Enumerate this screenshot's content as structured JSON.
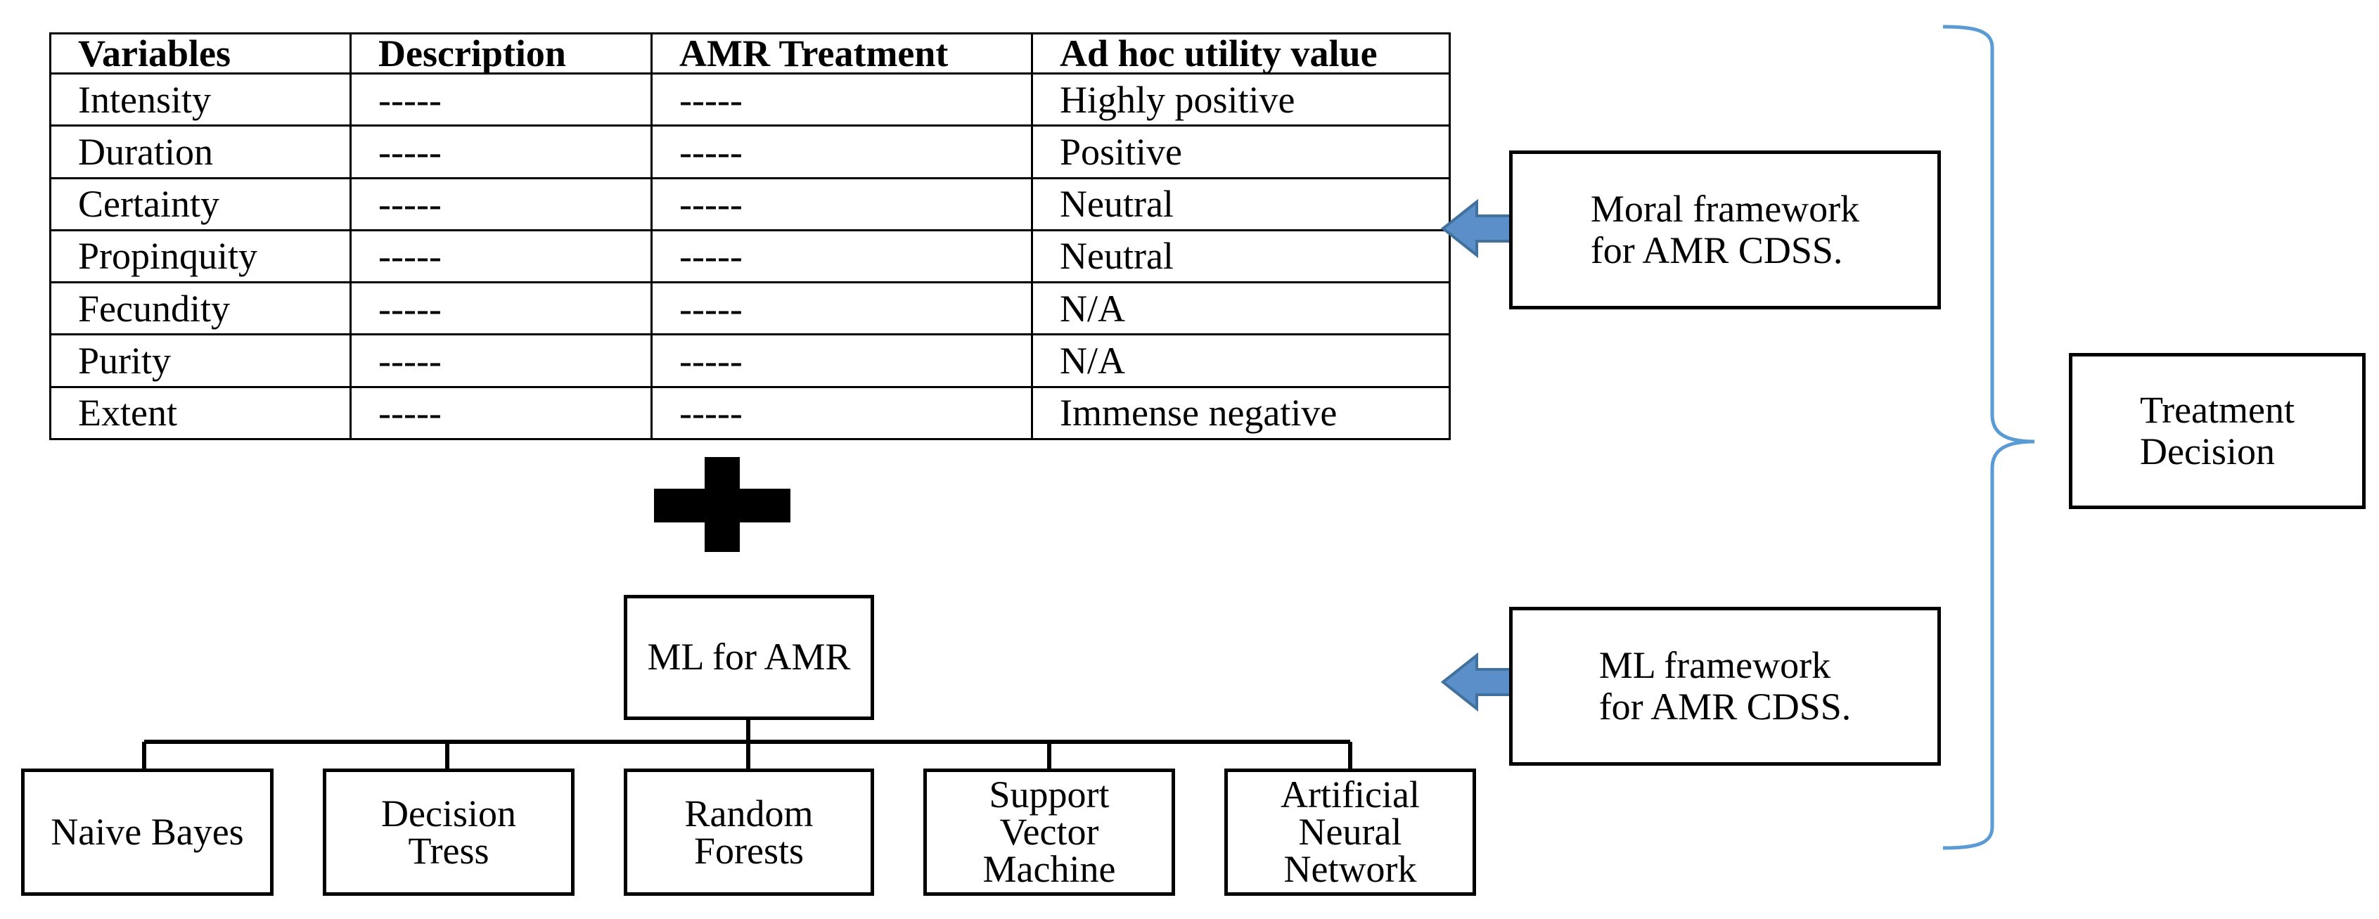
{
  "table": {
    "headers": [
      "Variables",
      "Description",
      "AMR Treatment",
      "Ad hoc utility value"
    ],
    "rows": [
      [
        "Intensity",
        "-----",
        "-----",
        "Highly positive"
      ],
      [
        "Duration",
        "-----",
        "-----",
        "Positive"
      ],
      [
        "Certainty",
        "-----",
        "-----",
        "Neutral"
      ],
      [
        "Propinquity",
        "-----",
        "-----",
        "Neutral"
      ],
      [
        "Fecundity",
        "-----",
        "-----",
        "N/A"
      ],
      [
        "Purity",
        "-----",
        "-----",
        "N/A"
      ],
      [
        "Extent",
        "-----",
        "-----",
        "Immense negative"
      ]
    ]
  },
  "moral_box": "Moral framework\nfor AMR CDSS.",
  "ml_framework_box": "ML framework\nfor AMR CDSS.",
  "ml_root": "ML for AMR",
  "ml_children": [
    "Naive Bayes",
    "Decision\nTress",
    "Random\nForests",
    "Support\nVector\nMachine",
    "Artificial\nNeural\nNetwork"
  ],
  "decision_box": "Treatment\nDecision",
  "colors": {
    "arrow_fill": "#5b8fc9",
    "arrow_stroke": "#41719c",
    "brace": "#5b9bd5",
    "lines": "#000000"
  }
}
